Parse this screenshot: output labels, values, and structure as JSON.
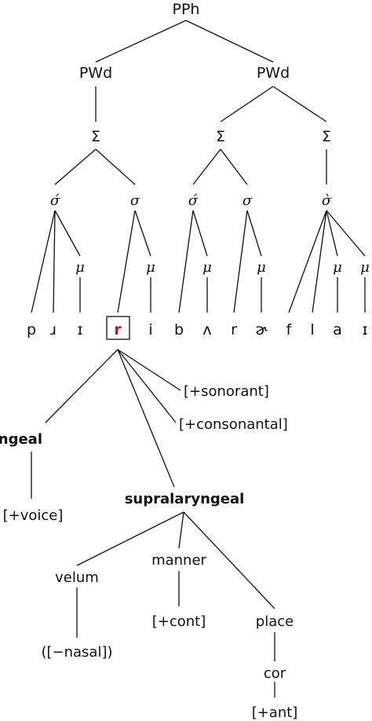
{
  "prosodic": {
    "pph": "PPh",
    "pwd_1": "PWd",
    "pwd_2": "PWd",
    "foot_1": "Σ",
    "foot_2": "Σ",
    "foot_3": "Σ",
    "syl_1": "σ́",
    "syl_2": "σ",
    "syl_3": "σ́",
    "syl_4": "σ",
    "syl_5": "σ̀",
    "mora_1": "μ",
    "mora_2": "μ",
    "mora_3": "μ",
    "mora_4": "μ",
    "mora_5": "μ",
    "mora_6": "μ"
  },
  "segments": {
    "s1": "p",
    "s2": "ɹ",
    "s3": "ɪ",
    "s4": "r",
    "s5": "i",
    "s6": "b",
    "s7": "ʌ",
    "s8": "r",
    "s9": "ɚ",
    "s10": "f",
    "s11": "l",
    "s12": "a",
    "s13": "ɪ"
  },
  "features": {
    "sonorant": "[+sonorant]",
    "consonantal": "[+consonantal]",
    "laryngeal": "laryngeal",
    "voice": "[+voice]",
    "supralaryngeal": "supralaryngeal",
    "velum": "velum",
    "manner": "manner",
    "place": "place",
    "nasal": "([−nasal])",
    "cont": "[+cont]",
    "cor": "cor",
    "ant": "[+ant]"
  },
  "colors": {
    "highlight": "#b0123a",
    "ink": "#111111"
  }
}
